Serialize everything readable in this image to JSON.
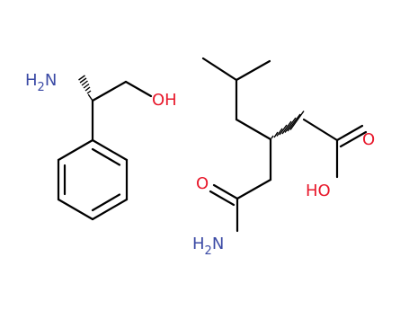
{
  "labels": {
    "nh2_left": {
      "main": "H",
      "sub": "2",
      "tail": "N"
    },
    "oh_left": "OH",
    "o_carbonyl_acid": "O",
    "ho_acid": "HO",
    "o_carbonyl_amide": "O",
    "nh2_amide": {
      "main": "H",
      "sub": "2",
      "tail": "N"
    }
  },
  "colors": {
    "bond": "#000000",
    "nitrogen": "#3b4aa5",
    "oxygen": "#e8192c"
  }
}
